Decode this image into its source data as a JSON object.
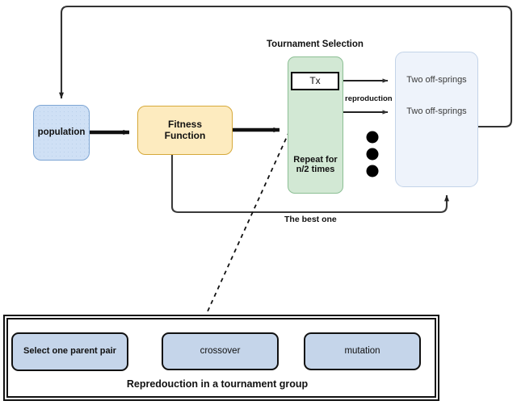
{
  "diagram": {
    "title": "Genetic Algorithm Flow Diagram",
    "nodes": {
      "population": {
        "label": "population",
        "fill": "#cfe0f5",
        "stroke": "#7ea6d4"
      },
      "fitness": {
        "label": "Fitness\nFunction",
        "line1": "Fitness",
        "line2": "Function",
        "fill": "#fdebbf",
        "stroke": "#d6a93a"
      },
      "tournament": {
        "title": "Tournament Selection",
        "repeat_line1": "Repeat for",
        "repeat_line2": "n/2 times",
        "fill": "#d2e8d4",
        "stroke": "#8cbf94"
      },
      "tx": {
        "label": "Tx",
        "fill": "#ffffff",
        "stroke": "#000000"
      },
      "offspring": {
        "fill": "#eef3fb",
        "stroke": "#c3d3e8",
        "items": [
          "Two off-springs",
          "Two off-springs"
        ],
        "ellipsis_dots": 3
      }
    },
    "edge_labels": {
      "reproduction": "reproduction",
      "best_one": "The best one"
    },
    "reproduction_panel": {
      "caption": "Repredouction in a tournament group",
      "steps": [
        {
          "line1": "Select one parent",
          "line2": "pair"
        },
        {
          "line1": "crossover",
          "line2": ""
        },
        {
          "line1": "mutation",
          "line2": ""
        }
      ],
      "fill": "#c5d5ea",
      "stroke": "#111111"
    },
    "colors": {
      "arrow": "#111111",
      "thin_line": "#3a3a3a",
      "dashed": "#111111",
      "background": "#ffffff"
    }
  }
}
